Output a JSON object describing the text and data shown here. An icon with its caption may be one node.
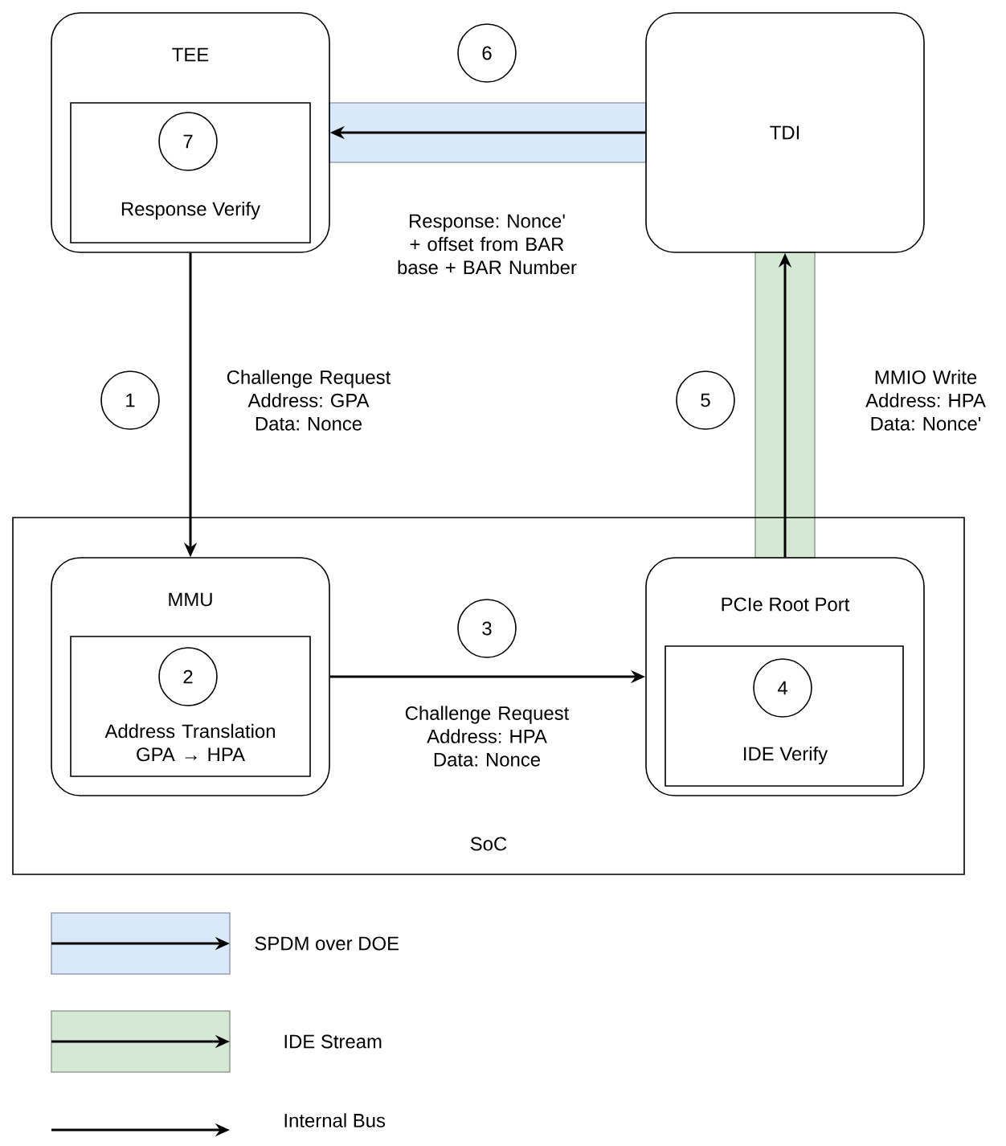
{
  "diagram": {
    "nodes": [
      {
        "text": [
          "TEE"
        ]
      },
      {
        "text": [
          "Response Verify"
        ],
        "in": 0
      },
      {
        "text": [
          "7"
        ],
        "in": 1
      },
      {
        "text": [
          "6"
        ]
      },
      {
        "text": [
          "TDI"
        ]
      },
      {
        "text": [
          "1"
        ]
      },
      {
        "text": [
          "5"
        ]
      },
      {
        "text": [
          "SoC"
        ]
      },
      {
        "text": [
          "MMU"
        ],
        "in": 7
      },
      {
        "text": [
          "Address Translation GPA → HPA"
        ],
        "in": 8
      },
      {
        "text": [
          "2"
        ],
        "in": 9
      },
      {
        "text": [
          "3"
        ],
        "in": 7
      },
      {
        "text": [
          "PCIe Root Port"
        ],
        "in": 7
      },
      {
        "text": [
          "IDE Verify"
        ],
        "in": 12
      },
      {
        "text": [
          "4"
        ],
        "in": 13
      }
    ],
    "edges": [
      {
        "from": 4,
        "to": 0,
        "arrow": "to",
        "label": "Response: Nonce' + offset from BAR base + BAR Number"
      },
      {
        "from": 0,
        "to": 8,
        "arrow": "to",
        "label": "Challenge Request Address: GPA Data: Nonce"
      },
      {
        "from": 8,
        "to": 12,
        "arrow": "to",
        "label": "Challenge Request Address: HPA Data: Nonce"
      },
      {
        "from": 12,
        "to": 4,
        "arrow": "to",
        "label": "MMIO Write Address: HPA Data: Nonce'"
      }
    ],
    "legend": [
      {
        "text": "SPDM over DOE",
        "color": "#dae8fc"
      },
      {
        "text": "IDE Stream",
        "color": "#d5e8d4"
      },
      {
        "text": "Internal Bus"
      }
    ]
  }
}
